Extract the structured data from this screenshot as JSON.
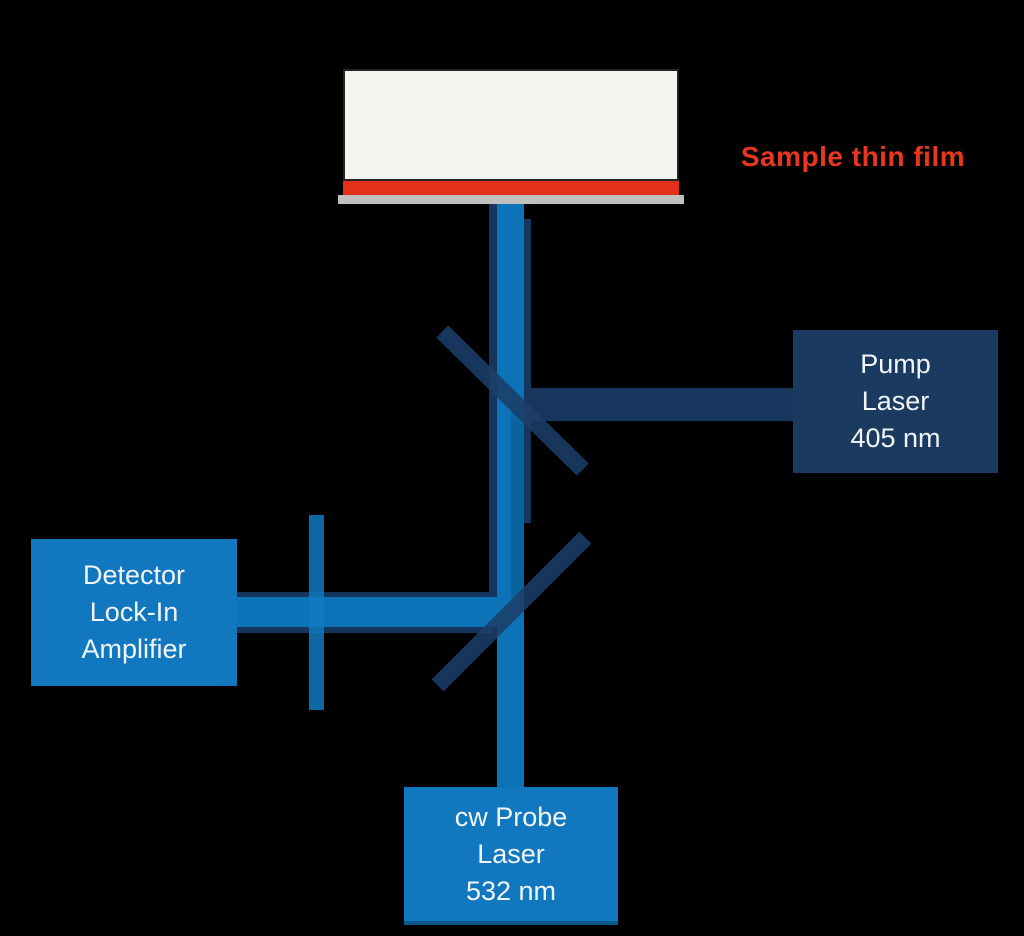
{
  "diagram": {
    "sample_label": "Sample thin film",
    "boxes": {
      "pump": {
        "lines": [
          "Pump",
          "Laser",
          "405 nm"
        ]
      },
      "detector": {
        "lines": [
          "Detector",
          "Lock-In",
          "Amplifier"
        ]
      },
      "probe": {
        "lines": [
          "cw Probe",
          "Laser",
          "532 nm"
        ]
      }
    },
    "colors": {
      "background": "#000000",
      "beam-blue": "#0C73B8",
      "box-blue": "#1177BE",
      "navy": "#17365D",
      "box-navy": "#1B3A5F",
      "film-red": "#E2301B",
      "label-red": "#E8361F",
      "substrate-white": "#F5F4EF",
      "surface-gray": "#C1C0BE",
      "text-white": "#F2F5F7"
    }
  }
}
